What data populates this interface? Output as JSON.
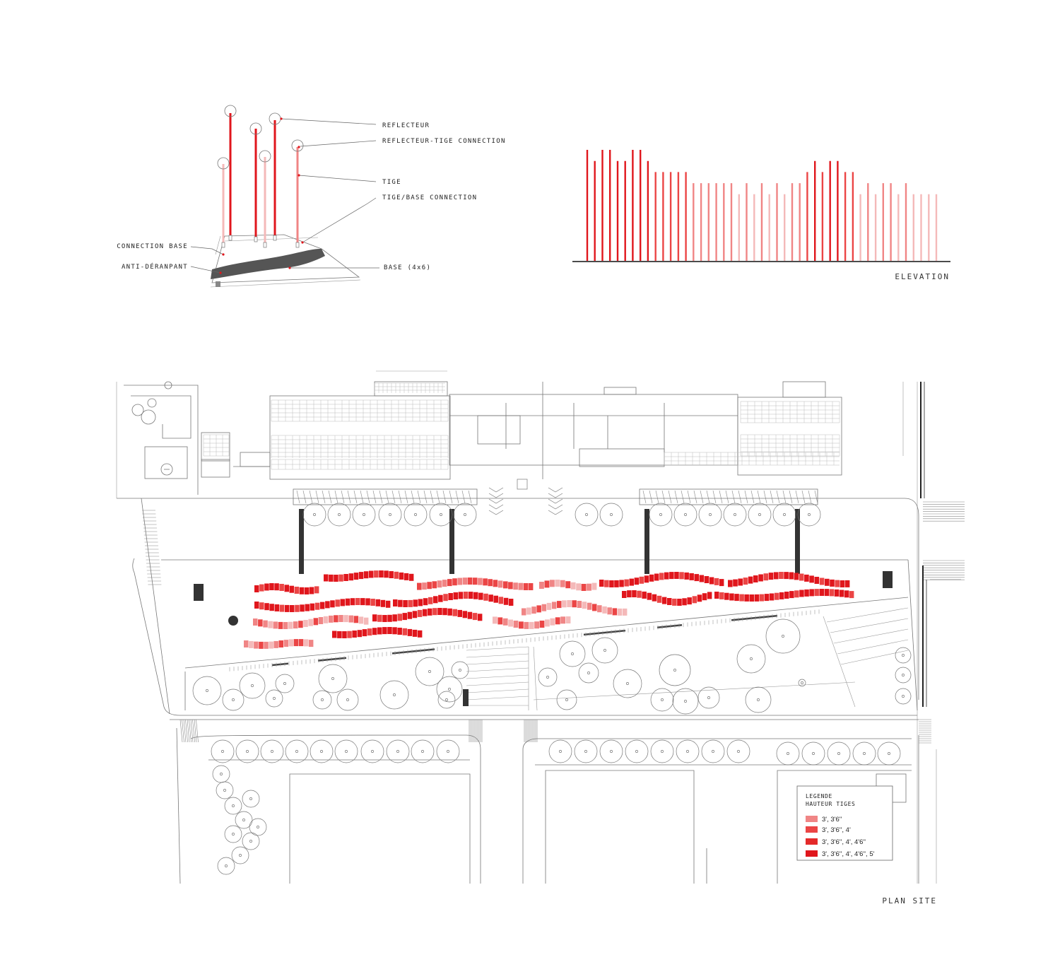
{
  "detail_labels": {
    "reflecteur": "REFLECTEUR",
    "connection_tige": "REFLECTEUR-TIGE CONNECTION",
    "tige": "TIGE",
    "tige_base": "TIGE/BASE CONNECTION",
    "connection_base": "CONNECTION BASE",
    "anti_deranpant": "ANTI-DÉRANPANT",
    "base": "BASE (4x6)"
  },
  "elevation": {
    "caption": "ELEVATION",
    "stem_heights_ft": [
      5,
      4.5,
      5,
      5,
      4.5,
      4.5,
      5,
      5,
      4.5,
      4,
      4,
      4,
      4,
      4,
      3.5,
      3.5,
      3.5,
      3.5,
      3.5,
      3.5,
      3,
      3.5,
      3,
      3.5,
      3,
      3.5,
      3,
      3.5,
      3.5,
      4,
      4.5,
      4,
      4.5,
      4.5,
      4,
      4,
      3,
      3.5,
      3,
      3.5,
      3.5,
      3,
      3.5,
      3,
      3,
      3,
      3
    ],
    "level_colors": [
      "#f4b9b9",
      "#f08585",
      "#eb4545",
      "#e0161c"
    ]
  },
  "plan": {
    "caption": "PLAN SITE",
    "legend": {
      "title_1": "LEGENDE",
      "title_2": "HAUTEUR TIGES",
      "items": [
        {
          "label": "3', 3'6''",
          "color": "#f08585"
        },
        {
          "label": "3', 3'6'', 4'",
          "color": "#eb4545"
        },
        {
          "label": "3', 3'6'', 4', 4'6''",
          "color": "#e42a2a"
        },
        {
          "label": "3', 3'6'', 4', 4'6'', 5'",
          "color": "#e0161c"
        }
      ]
    }
  }
}
